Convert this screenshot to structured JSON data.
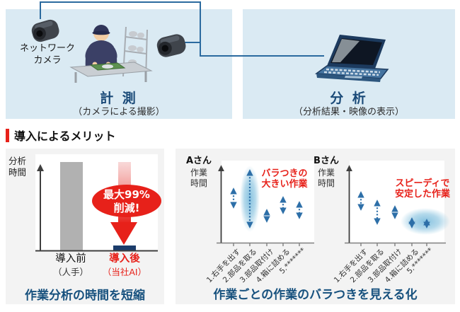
{
  "flow": {
    "camera_label": "ネットワーク\nカメラ",
    "measurement": {
      "title": "計 測",
      "subtitle": "（カメラによる撮影）"
    },
    "analysis": {
      "title": "分 析",
      "subtitle": "（分析結果・映像の表示）"
    }
  },
  "merits": {
    "header": "導入によるメリット"
  },
  "time_chart": {
    "y_axis_label": "分析\n時間",
    "before_label": "導入前",
    "before_sub": "（人手）",
    "after_label": "導入後",
    "after_sub": "（当社AI）",
    "badge": "最大99%\n削減!",
    "caption": "作業分析の時間を短縮"
  },
  "variability_chart": {
    "worker_a": "Aさん",
    "worker_b": "Bさん",
    "axis_sub": "作業\n時間",
    "annotation_a": "バラつきの\n大きい作業",
    "annotation_b": "スピーディで\n安定した作業",
    "task_labels": [
      "1.右手を出す",
      "2.部品を取る",
      "3.部品取付け",
      "4.箱に詰める",
      "5.*******"
    ],
    "caption": "作業ごとの作業のバラつきを見える化"
  },
  "chart_data": [
    {
      "type": "bar",
      "title": "作業分析の時間を短縮",
      "ylabel": "分析時間",
      "categories": [
        "導入前（人手）",
        "導入後（当社AI）"
      ],
      "values": [
        100,
        4
      ],
      "ylim": [
        0,
        100
      ],
      "annotation": "最大99%削減!",
      "bar_colors": [
        "#b1b1b1",
        "#1b3c6b"
      ]
    },
    {
      "type": "range",
      "title": "作業ごとの作業のバラつきを見える化",
      "ylabel": "作業時間",
      "categories": [
        "1.右手を出す",
        "2.部品を取る",
        "3.部品取付け",
        "4.箱に詰める",
        "5.*******"
      ],
      "series": [
        {
          "name": "Aさん",
          "ranges": [
            [
              40,
              70
            ],
            [
              16,
              92
            ],
            [
              23,
              43
            ],
            [
              33,
              59
            ],
            [
              27,
              53
            ]
          ]
        },
        {
          "name": "Bさん",
          "ranges": [
            [
              37,
              65
            ],
            [
              20,
              55
            ],
            [
              27,
              48
            ],
            [
              16,
              33
            ],
            [
              16,
              31
            ]
          ]
        }
      ],
      "annotations": [
        "バラつきの大きい作業",
        "スピーディで安定した作業"
      ],
      "highlight_a": "task 2 (large variation)",
      "highlight_b": "tasks 4-5 (stable)"
    }
  ],
  "colors": {
    "box_blue": "#daeaf3",
    "line_blue": "#2b6a9f",
    "title_navy": "#1a4a78",
    "caption_navy": "#17517e",
    "accent_red": "#e7211a",
    "bar_gray": "#b1b1b1",
    "bar_navy": "#1b3c6b",
    "arrow_blue": "#2d6fa8",
    "panel_gray": "#f3f3f3"
  }
}
